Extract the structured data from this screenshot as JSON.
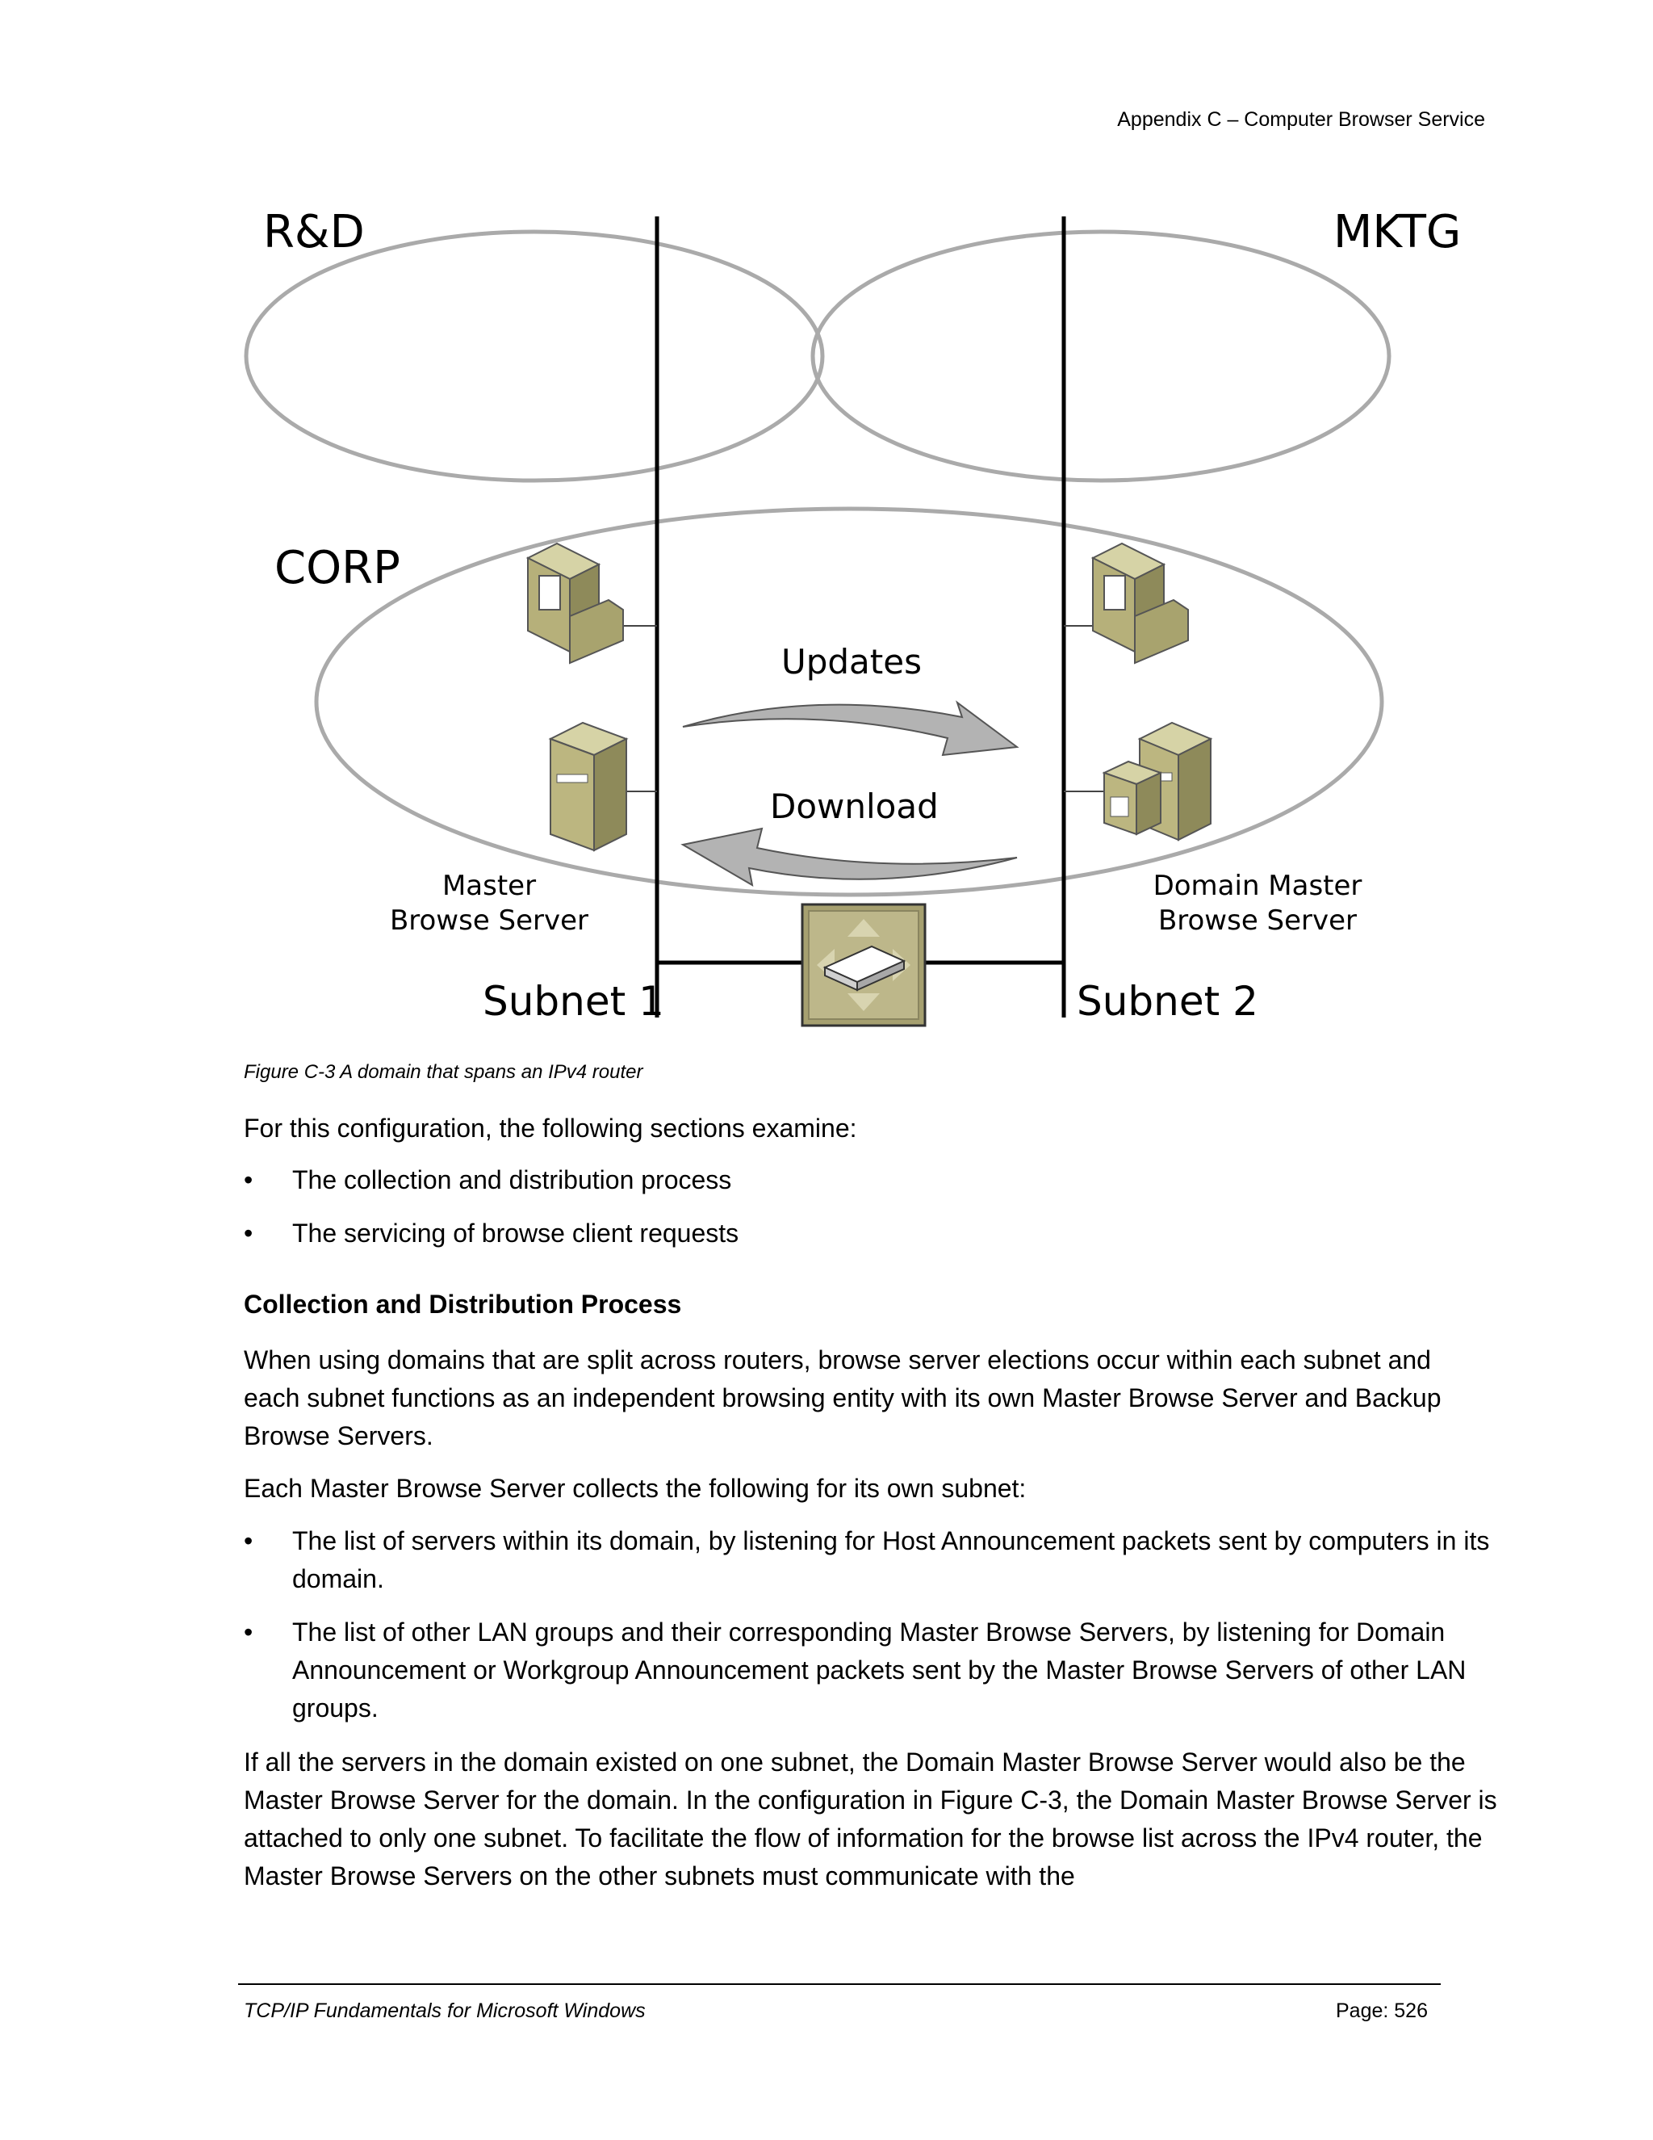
{
  "header": {
    "running_head": "Appendix C – Computer Browser Service"
  },
  "figure": {
    "labels": {
      "rnd": "R&D",
      "mktg": "MKTG",
      "corp": "CORP",
      "updates": "Updates",
      "download": "Download",
      "master_line1": "Master",
      "master_line2": "Browse Server",
      "domain_master_line1": "Domain Master",
      "domain_master_line2": "Browse Server",
      "subnet1": "Subnet 1",
      "subnet2": "Subnet 2"
    },
    "caption": "Figure C-3  A domain that spans an IPv4 router"
  },
  "content": {
    "intro": "For this configuration, the following sections examine:",
    "intro_bullets": [
      "The collection and distribution process",
      "The servicing of browse client requests"
    ],
    "heading": "Collection and Distribution Process",
    "para1": "When using domains that are split across routers, browse server elections occur within each subnet and each subnet functions as an independent browsing entity with its own Master Browse Server and Backup Browse Servers.",
    "para2": "Each Master Browse Server collects the following for its own subnet:",
    "bullets2": [
      "The list of servers within its domain, by listening for Host Announcement packets sent by computers in its domain.",
      "The list of other LAN groups and their corresponding Master Browse Servers, by listening for Domain Announcement or Workgroup Announcement packets sent by the Master Browse Servers of other LAN groups."
    ],
    "para3": "If all the servers in the domain existed on one subnet, the Domain Master Browse Server would also be the Master Browse Server for the domain. In the configuration in Figure C-3, the Domain Master Browse Server is attached to only one subnet. To facilitate the flow of information for the browse list across the IPv4 router, the Master Browse Servers on the other subnets must communicate with the"
  },
  "footer": {
    "left": "TCP/IP Fundamentals for Microsoft Windows",
    "right": "Page: 526"
  }
}
